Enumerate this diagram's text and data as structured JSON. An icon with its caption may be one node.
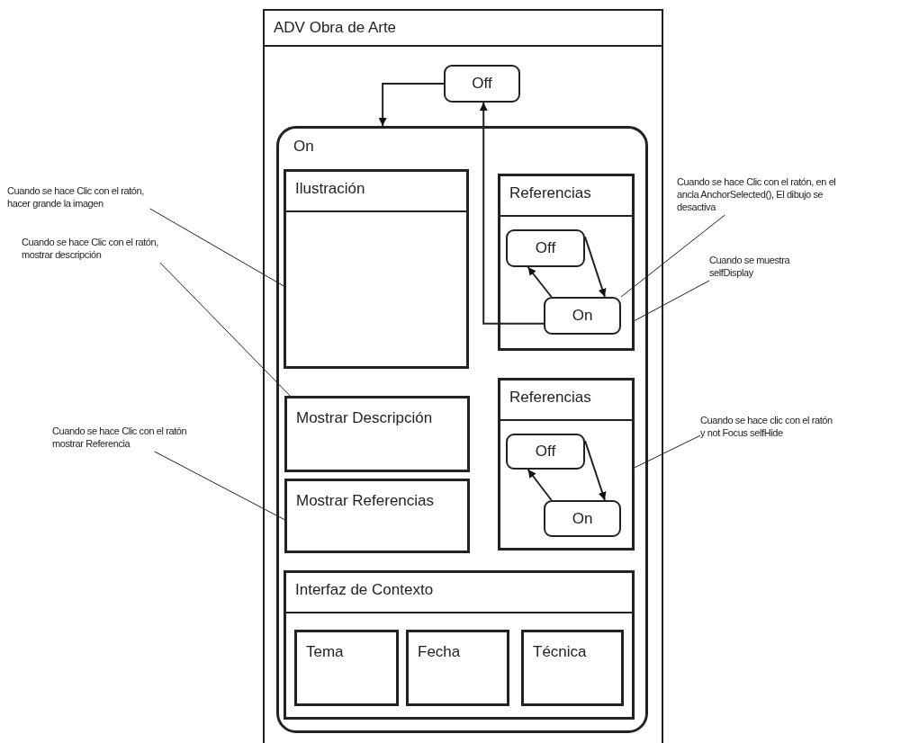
{
  "diagram": {
    "nodes": [
      {
        "text": [
          "ADV Obra de Arte"
        ]
      },
      {
        "text": [
          "Off"
        ],
        "in": 0
      },
      {
        "text": [
          "On"
        ],
        "in": 0
      },
      {
        "text": [
          "Ilustración"
        ],
        "in": 2
      },
      {
        "text": [
          "Referencias"
        ],
        "in": 2
      },
      {
        "text": [
          "Off"
        ],
        "in": 4
      },
      {
        "text": [
          "On"
        ],
        "in": 4
      },
      {
        "text": [
          "Mostrar Descripción"
        ],
        "in": 2
      },
      {
        "text": [
          "Mostrar Referencias"
        ],
        "in": 2
      },
      {
        "text": [
          "Referencias"
        ],
        "in": 2
      },
      {
        "text": [
          "Off"
        ],
        "in": 9
      },
      {
        "text": [
          "On"
        ],
        "in": 9
      },
      {
        "text": [
          "Interfaz de Contexto"
        ],
        "in": 2
      },
      {
        "text": [
          "Tema"
        ],
        "in": 12
      },
      {
        "text": [
          "Fecha"
        ],
        "in": 12
      },
      {
        "text": [
          "Técnica"
        ],
        "in": 12
      },
      {
        "text": [
          "Cuando se hace Clic con el ratón, hacer grande la imagen"
        ]
      },
      {
        "text": [
          "Cuando se hace Clic con el ratón, mostrar descripción"
        ]
      },
      {
        "text": [
          "Cuando se hace Clic con el ratón mostrar Referencia"
        ]
      },
      {
        "text": [
          "Cuando se hace Clic con el ratón, en el ancla AnchorSelected(), El dibujo se desactiva"
        ]
      },
      {
        "text": [
          "Cuando se muestra selfDisplay"
        ]
      },
      {
        "text": [
          "Cuando se hace clic con el ratón y not Focus selfHide"
        ]
      }
    ],
    "edges": [
      {
        "from": 1,
        "to": 2,
        "arrow": "to"
      },
      {
        "from": 6,
        "to": 1,
        "arrow": "to"
      },
      {
        "from": 5,
        "to": 6,
        "arrow": "to"
      },
      {
        "from": 6,
        "to": 5,
        "arrow": "to"
      },
      {
        "from": 10,
        "to": 11,
        "arrow": "to"
      },
      {
        "from": 11,
        "to": 10,
        "arrow": "to"
      },
      {
        "from": 16,
        "to": 3,
        "arrow": "none"
      },
      {
        "from": 17,
        "to": 7,
        "arrow": "none"
      },
      {
        "from": 18,
        "to": 8,
        "arrow": "none"
      },
      {
        "from": 19,
        "to": 6,
        "arrow": "none"
      },
      {
        "from": 20,
        "to": 4,
        "arrow": "none"
      },
      {
        "from": 21,
        "to": 9,
        "arrow": "none"
      }
    ]
  }
}
